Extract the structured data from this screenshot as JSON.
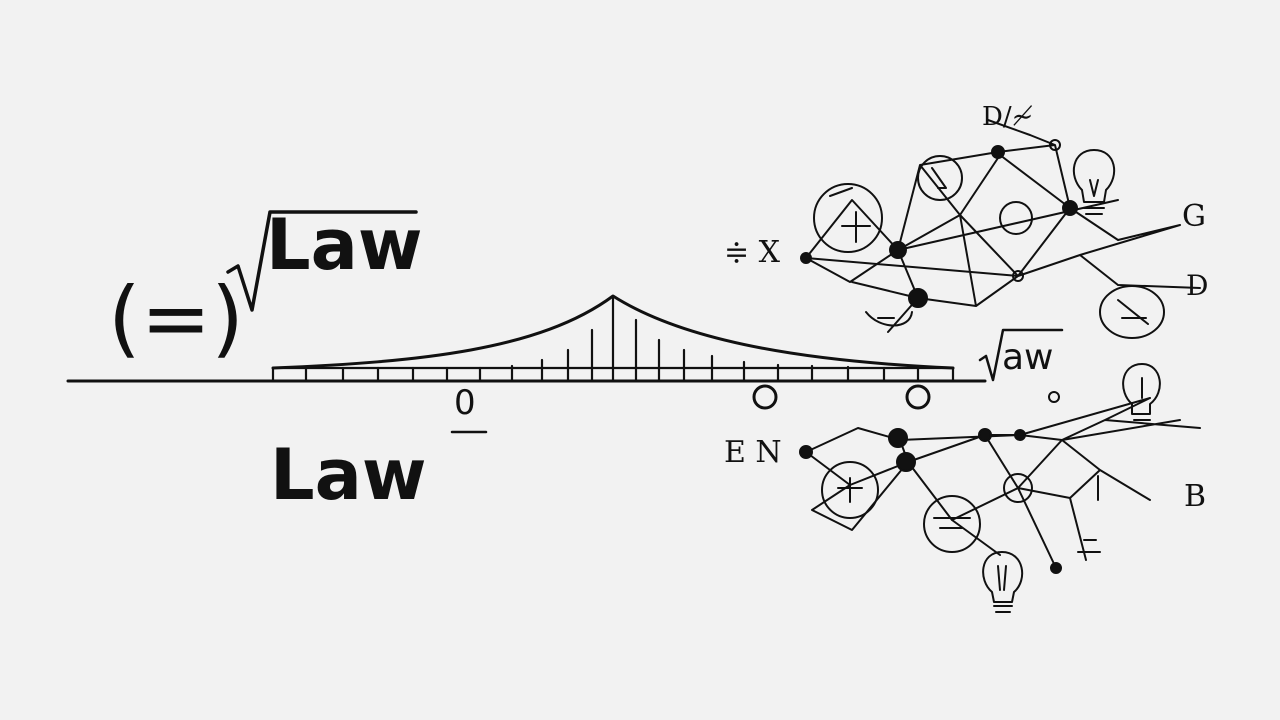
{
  "labels": {
    "paren_eq": "(=)",
    "sqrt_law": "Law",
    "law": "Law",
    "sqrt_aw": "aw",
    "zero_mark": "0"
  },
  "glyphs": {
    "top_script": "D/≁",
    "g_right": "G",
    "d_right": "D",
    "b_right": "B",
    "left_x": "≑ X",
    "left_n": "E N"
  },
  "colors": {
    "background": "#f2f2f2",
    "ink": "#111111"
  }
}
